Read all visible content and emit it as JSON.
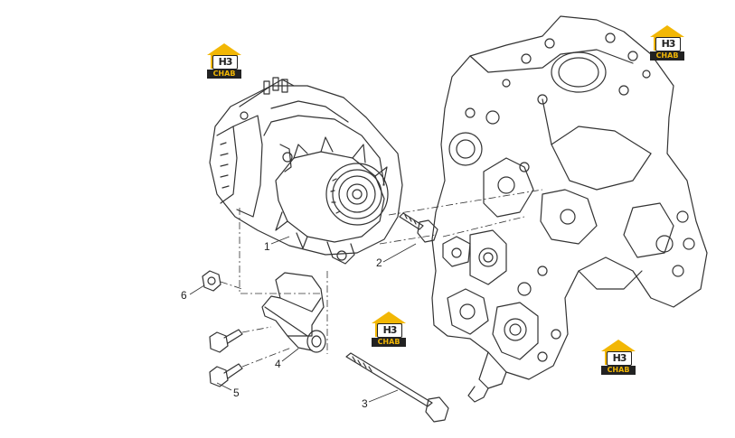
{
  "logo": {
    "mark": "H3",
    "tag": "CHAB"
  },
  "callouts": {
    "c1": "1",
    "c2": "2",
    "c3": "3",
    "c4": "4",
    "c5": "5",
    "c6": "6"
  },
  "icons": [
    "alternator-icon",
    "engine-block-icon",
    "bracket-icon",
    "bolt-icon",
    "nut-icon",
    "watermark-logo-icon"
  ],
  "colors": {
    "line": "#333333",
    "logo_yellow": "#f2b705",
    "logo_dark": "#222222"
  }
}
